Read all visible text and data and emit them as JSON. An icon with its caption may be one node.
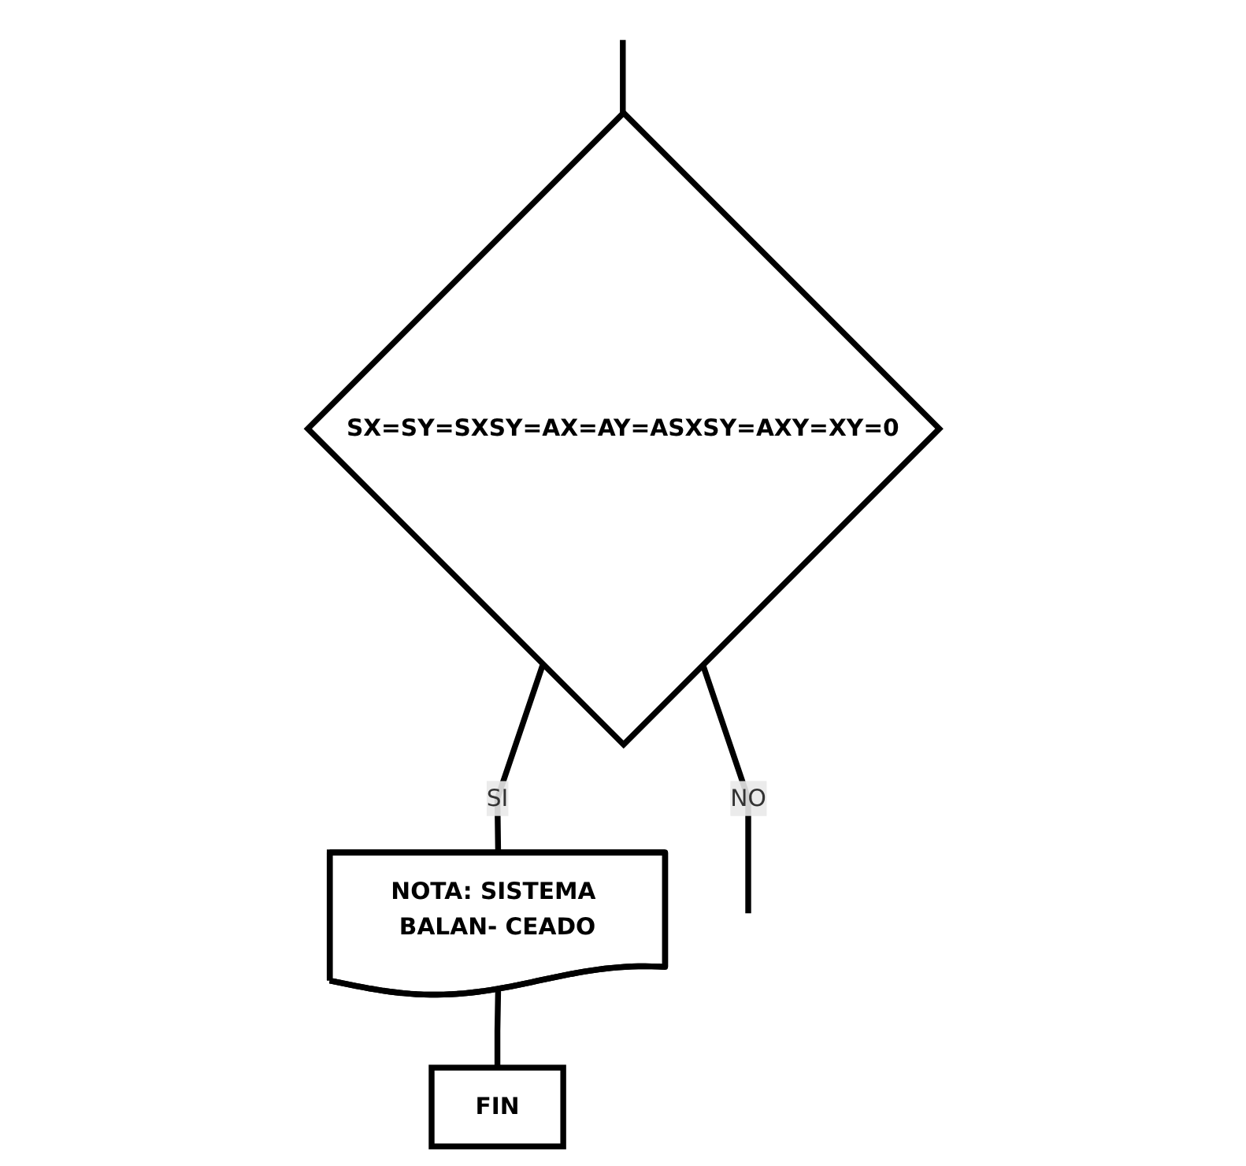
{
  "diagram": {
    "nodes": [
      {
        "text": [
          "SX=SY=SXSY=AX=AY=ASXSY=AXY=XY=0"
        ]
      },
      {
        "text": [
          "NOTA: SISTEMA BALAN- CEADO"
        ]
      },
      {
        "text": [
          "FIN"
        ]
      }
    ],
    "edges": [
      {
        "from": null,
        "to": 0,
        "arrow": "none"
      },
      {
        "from": 0,
        "to": 1,
        "arrow": "none",
        "label": "SI"
      },
      {
        "from": 1,
        "to": 2,
        "arrow": "none"
      },
      {
        "from": 0,
        "to": null,
        "arrow": "none",
        "label": "NO"
      }
    ]
  }
}
